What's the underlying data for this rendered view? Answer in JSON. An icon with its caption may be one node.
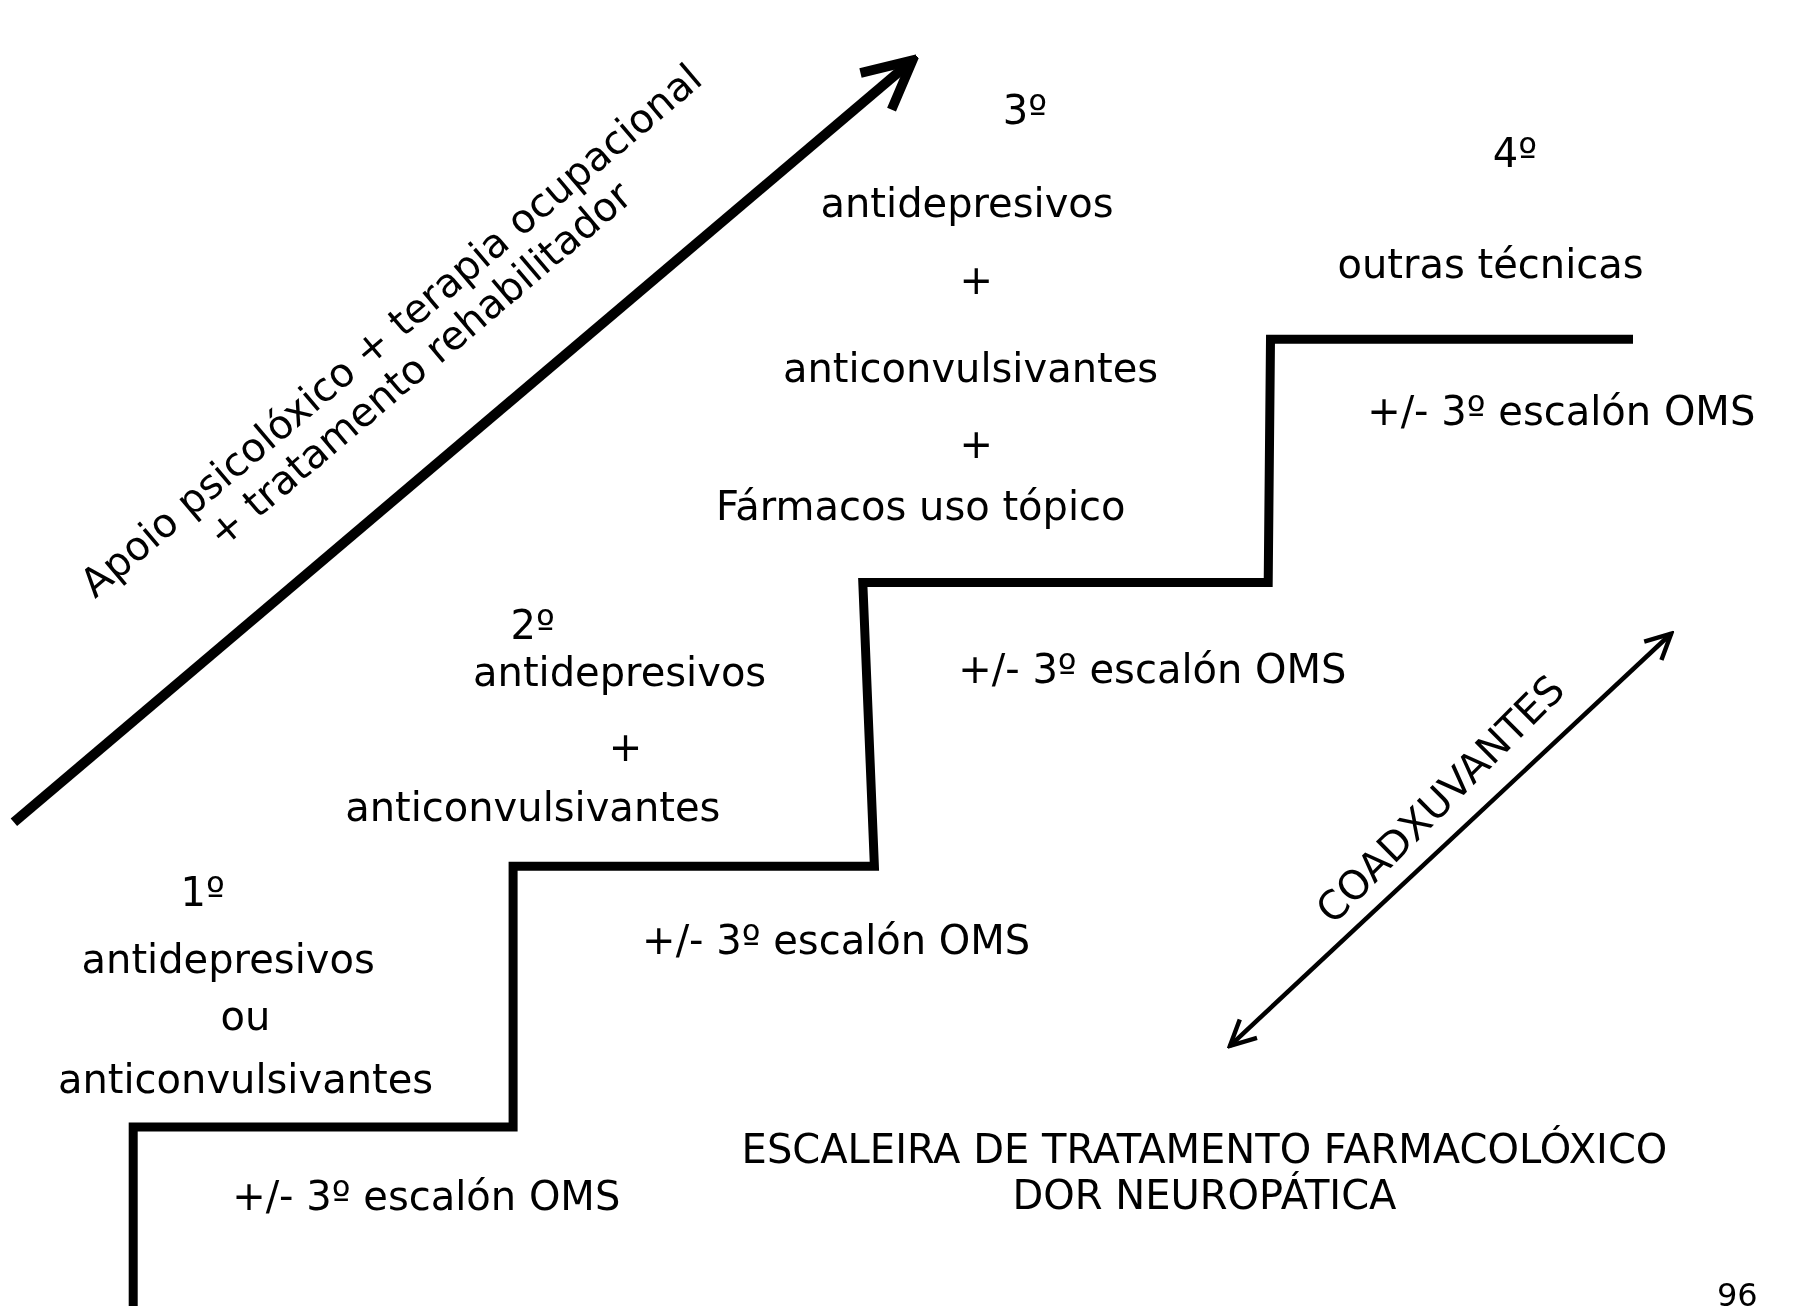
{
  "diagram": {
    "caption": "ESCALEIRA DE TRATAMENTO FARMACOLÓXICO DOR NEUROPÁTICA",
    "labels": [
      "Apoio psicolóxico + terapia ocupacional + tratamento rehabilitador",
      "3º",
      "antidepresivos",
      "+",
      "anticonvulsivantes",
      "+",
      "Fármacos uso tópico",
      "4º",
      "outras técnicas",
      "+/- 3º escalón OMS",
      "2º",
      "antidepresivos",
      "+",
      "anticonvulsivantes",
      "+/- 3º escalón OMS",
      "COADXUVANTES",
      "1º",
      "antidepresivos",
      "ou",
      "anticonvulsivantes",
      "+/- 3º escalón OMS",
      "+/- 3º escalón OMS",
      "96"
    ]
  }
}
